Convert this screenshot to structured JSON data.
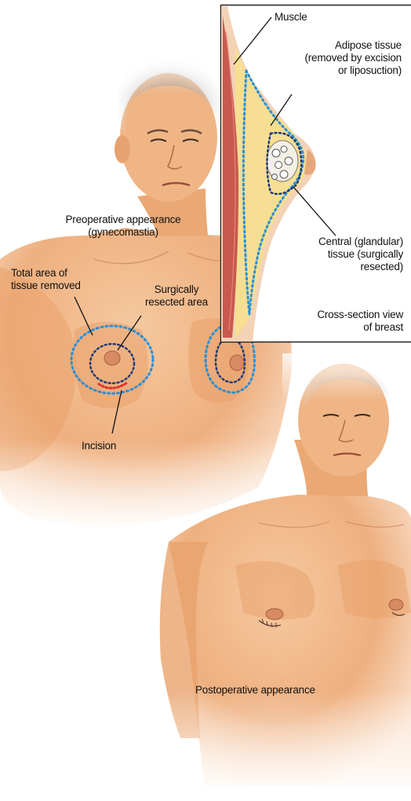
{
  "labels": {
    "muscle": "Muscle",
    "adipose": [
      "Adipose tissue",
      "(removed by excision",
      "or liposuction)"
    ],
    "preop": [
      "Preoperative appearance",
      "(gynecomastia)"
    ],
    "total_area": [
      "Total area of",
      "tissue removed"
    ],
    "surgically_resected": [
      "Surgically",
      "resected area"
    ],
    "central": [
      "Central (glandular)",
      "tissue (surgically",
      "resected)"
    ],
    "cross_section": [
      "Cross-section view",
      "of breast"
    ],
    "incision": "Incision",
    "postop": "Postoperative appearance"
  },
  "colors": {
    "skin": "#f1b98c",
    "skin_shadow": "#d98f5e",
    "hair": "#6e6058",
    "adipose": "#f6df92",
    "muscle": "#c9594e",
    "blue_dotted": "#2a8fd6",
    "navy_dotted": "#1f3a78",
    "incision_red": "#e0312c"
  }
}
